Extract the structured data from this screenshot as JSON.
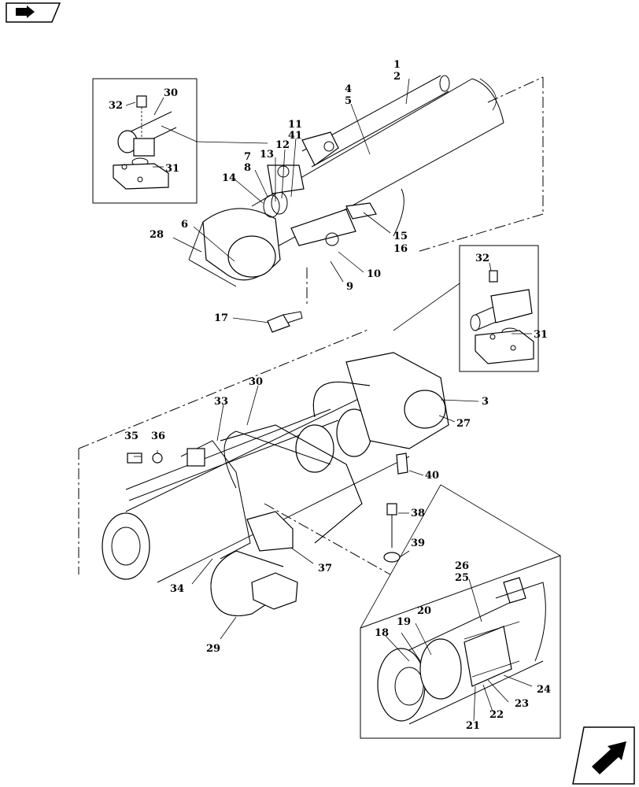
{
  "navigation": {
    "back_icon": "back-arrow-icon",
    "next_icon": "next-arrow-icon"
  },
  "diagram": {
    "callouts": [
      "1",
      "2",
      "4",
      "5",
      "11",
      "41",
      "12",
      "13",
      "7",
      "8",
      "14",
      "6",
      "28",
      "15",
      "16",
      "10",
      "9",
      "17",
      "32",
      "30",
      "31",
      "32",
      "31",
      "3",
      "27",
      "30",
      "33",
      "35",
      "36",
      "40",
      "38",
      "39",
      "37",
      "34",
      "29",
      "26",
      "25",
      "20",
      "19",
      "18",
      "24",
      "23",
      "22",
      "21"
    ]
  }
}
